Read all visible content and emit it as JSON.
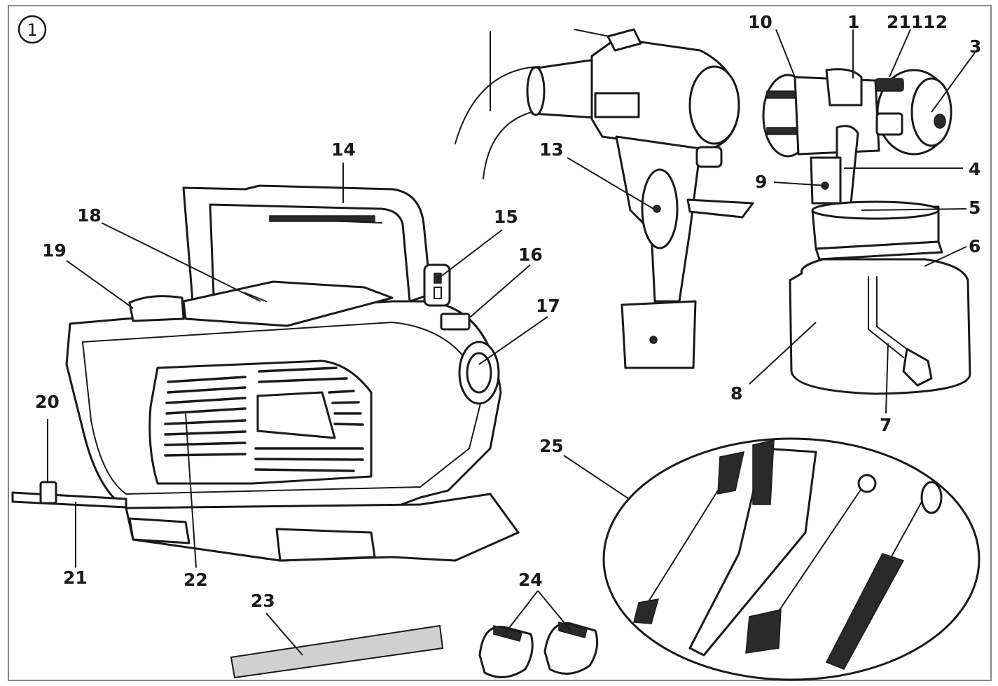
{
  "figure": {
    "number": "1",
    "callouts": [
      {
        "id": "c10",
        "text": "10",
        "leader": "to-sprayhead-ring"
      },
      {
        "id": "c1",
        "text": "1",
        "leader": "to-sprayhead-body"
      },
      {
        "id": "c21112",
        "text": "21112",
        "leader": "to-adjust-wheel"
      },
      {
        "id": "c3",
        "text": "3",
        "leader": "to-air-cap"
      },
      {
        "id": "c4",
        "text": "4",
        "leader": "to-trigger"
      },
      {
        "id": "c9",
        "text": "9",
        "leader": "to-handle-screw"
      },
      {
        "id": "c5",
        "text": "5",
        "leader": "to-collar"
      },
      {
        "id": "c6",
        "text": "6",
        "leader": "to-seal"
      },
      {
        "id": "c8",
        "text": "8",
        "leader": "to-container"
      },
      {
        "id": "c7",
        "text": "7",
        "leader": "to-suction-tube"
      },
      {
        "id": "c13",
        "text": "13",
        "leader": "to-grip"
      },
      {
        "id": "c14",
        "text": "14",
        "leader": "to-carry-handle"
      },
      {
        "id": "c18",
        "text": "18",
        "leader": "to-top-cover"
      },
      {
        "id": "c19",
        "text": "19",
        "leader": "to-hose-holder"
      },
      {
        "id": "c15",
        "text": "15",
        "leader": "to-switch"
      },
      {
        "id": "c16",
        "text": "16",
        "leader": "to-indicator"
      },
      {
        "id": "c17",
        "text": "17",
        "leader": "to-hose-port"
      },
      {
        "id": "c20",
        "text": "20",
        "leader": "to-cable-clip"
      },
      {
        "id": "c21",
        "text": "21",
        "leader": "to-power-cable"
      },
      {
        "id": "c22",
        "text": "22",
        "leader": "to-air-filter-grille"
      },
      {
        "id": "c23",
        "text": "23",
        "leader": "to-filter-pad"
      },
      {
        "id": "c24",
        "text": "24",
        "leader": "to-filter-caps"
      },
      {
        "id": "c25",
        "text": "25",
        "leader": "to-brush-set"
      }
    ]
  },
  "colors": {
    "ink": "#1a1a1a",
    "fill": "#ffffff",
    "shade": "#d8d8d8",
    "dark": "#2a2a2a",
    "border": "#888888"
  },
  "icons": [
    "circled-one-icon"
  ]
}
